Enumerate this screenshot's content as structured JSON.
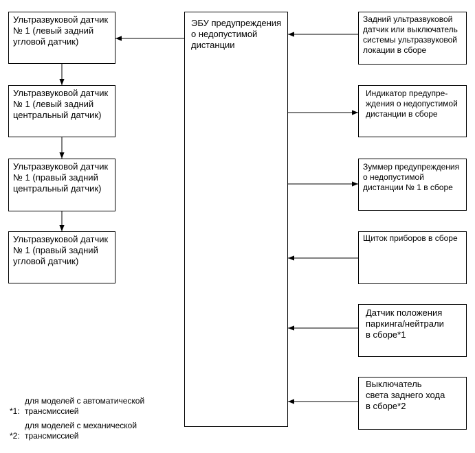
{
  "ecu": {
    "label": "ЭБУ предупреждения\nо недопустимой\nдистанции"
  },
  "sensors": [
    {
      "label": "Ультразвуковой датчик\n№ 1 (левый задний\nугловой датчик)"
    },
    {
      "label": "Ультразвуковой датчик\n№ 1 (левый задний\nцентральный датчик)"
    },
    {
      "label": "Ультразвуковой датчик\n№ 1 (правый задний\nцентральный датчик)"
    },
    {
      "label": "Ультразвуковой датчик\n№ 1 (правый задний\nугловой датчик)"
    }
  ],
  "right_components": [
    {
      "label": "Задний ультразвуковой\nдатчик или выключатель\nсистемы ультразвуковой\nлокации в сборе",
      "direction": "to-ecu"
    },
    {
      "label": "Индикатор предупре-\nждения о недопустимой\nдистанции в сборе",
      "direction": "from-ecu"
    },
    {
      "label": "Зуммер предупреждения\nо недопустимой\nдистанции № 1 в сборе",
      "direction": "from-ecu"
    },
    {
      "label": "Щиток приборов в сборе",
      "direction": "to-ecu"
    },
    {
      "label": "Датчик положения\nпаркинга/нейтрали\nв сборе*1",
      "direction": "to-ecu"
    },
    {
      "label": "Выключатель\nсвета заднего хода\nв сборе*2",
      "direction": "to-ecu"
    }
  ],
  "footnotes": [
    {
      "mark": "*1:",
      "text": "для моделей с автоматической\nтрансмиссией"
    },
    {
      "mark": "*2:",
      "text": "для моделей с механической\nтрансмиссией"
    }
  ]
}
